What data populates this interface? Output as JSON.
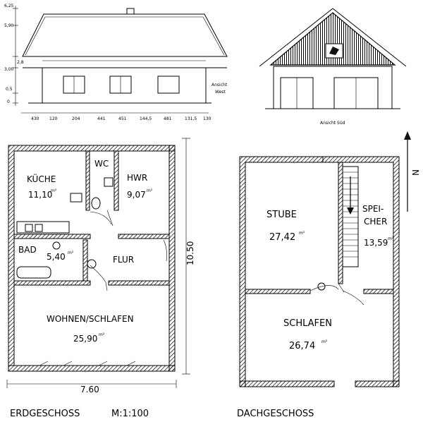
{
  "elevations": {
    "west": {
      "label_line1": "Ansicht",
      "label_line2": "West",
      "height_marks": [
        "6,25",
        "5,90",
        "2,8",
        "3,00",
        "0,5",
        "0"
      ],
      "width_marks": [
        "430",
        "120",
        "204",
        "441",
        "451",
        "144,5",
        "481",
        "131,5",
        "130"
      ]
    },
    "south": {
      "label": "Ansicht Süd"
    }
  },
  "ground_floor": {
    "rooms": [
      {
        "name": "KÜCHE",
        "area": "11,10",
        "unit": "m²"
      },
      {
        "name": "WC",
        "area": "",
        "unit": ""
      },
      {
        "name": "HWR",
        "area": "9,07",
        "unit": "m²"
      },
      {
        "name": "BAD",
        "area": "5,40",
        "unit": "m²"
      },
      {
        "name": "FLUR",
        "area": "",
        "unit": ""
      },
      {
        "name": "WOHNEN/SCHLAFEN",
        "area": "25,90",
        "unit": "m²"
      }
    ],
    "dim_width": "7.60",
    "dim_height": "10.50",
    "title": "ERDGESCHOSS",
    "scale": "M:1:100"
  },
  "upper_floor": {
    "rooms": [
      {
        "name": "STUBE",
        "area": "27,42",
        "unit": "m²"
      },
      {
        "name_line1": "SPEI-",
        "name_line2": "CHER",
        "area": "13,59",
        "unit": "m²"
      },
      {
        "name": "SCHLAFEN",
        "area": "26,74",
        "unit": "m²"
      }
    ],
    "title": "DACHGESCHOSS"
  },
  "north_arrow": {
    "label": "N"
  }
}
